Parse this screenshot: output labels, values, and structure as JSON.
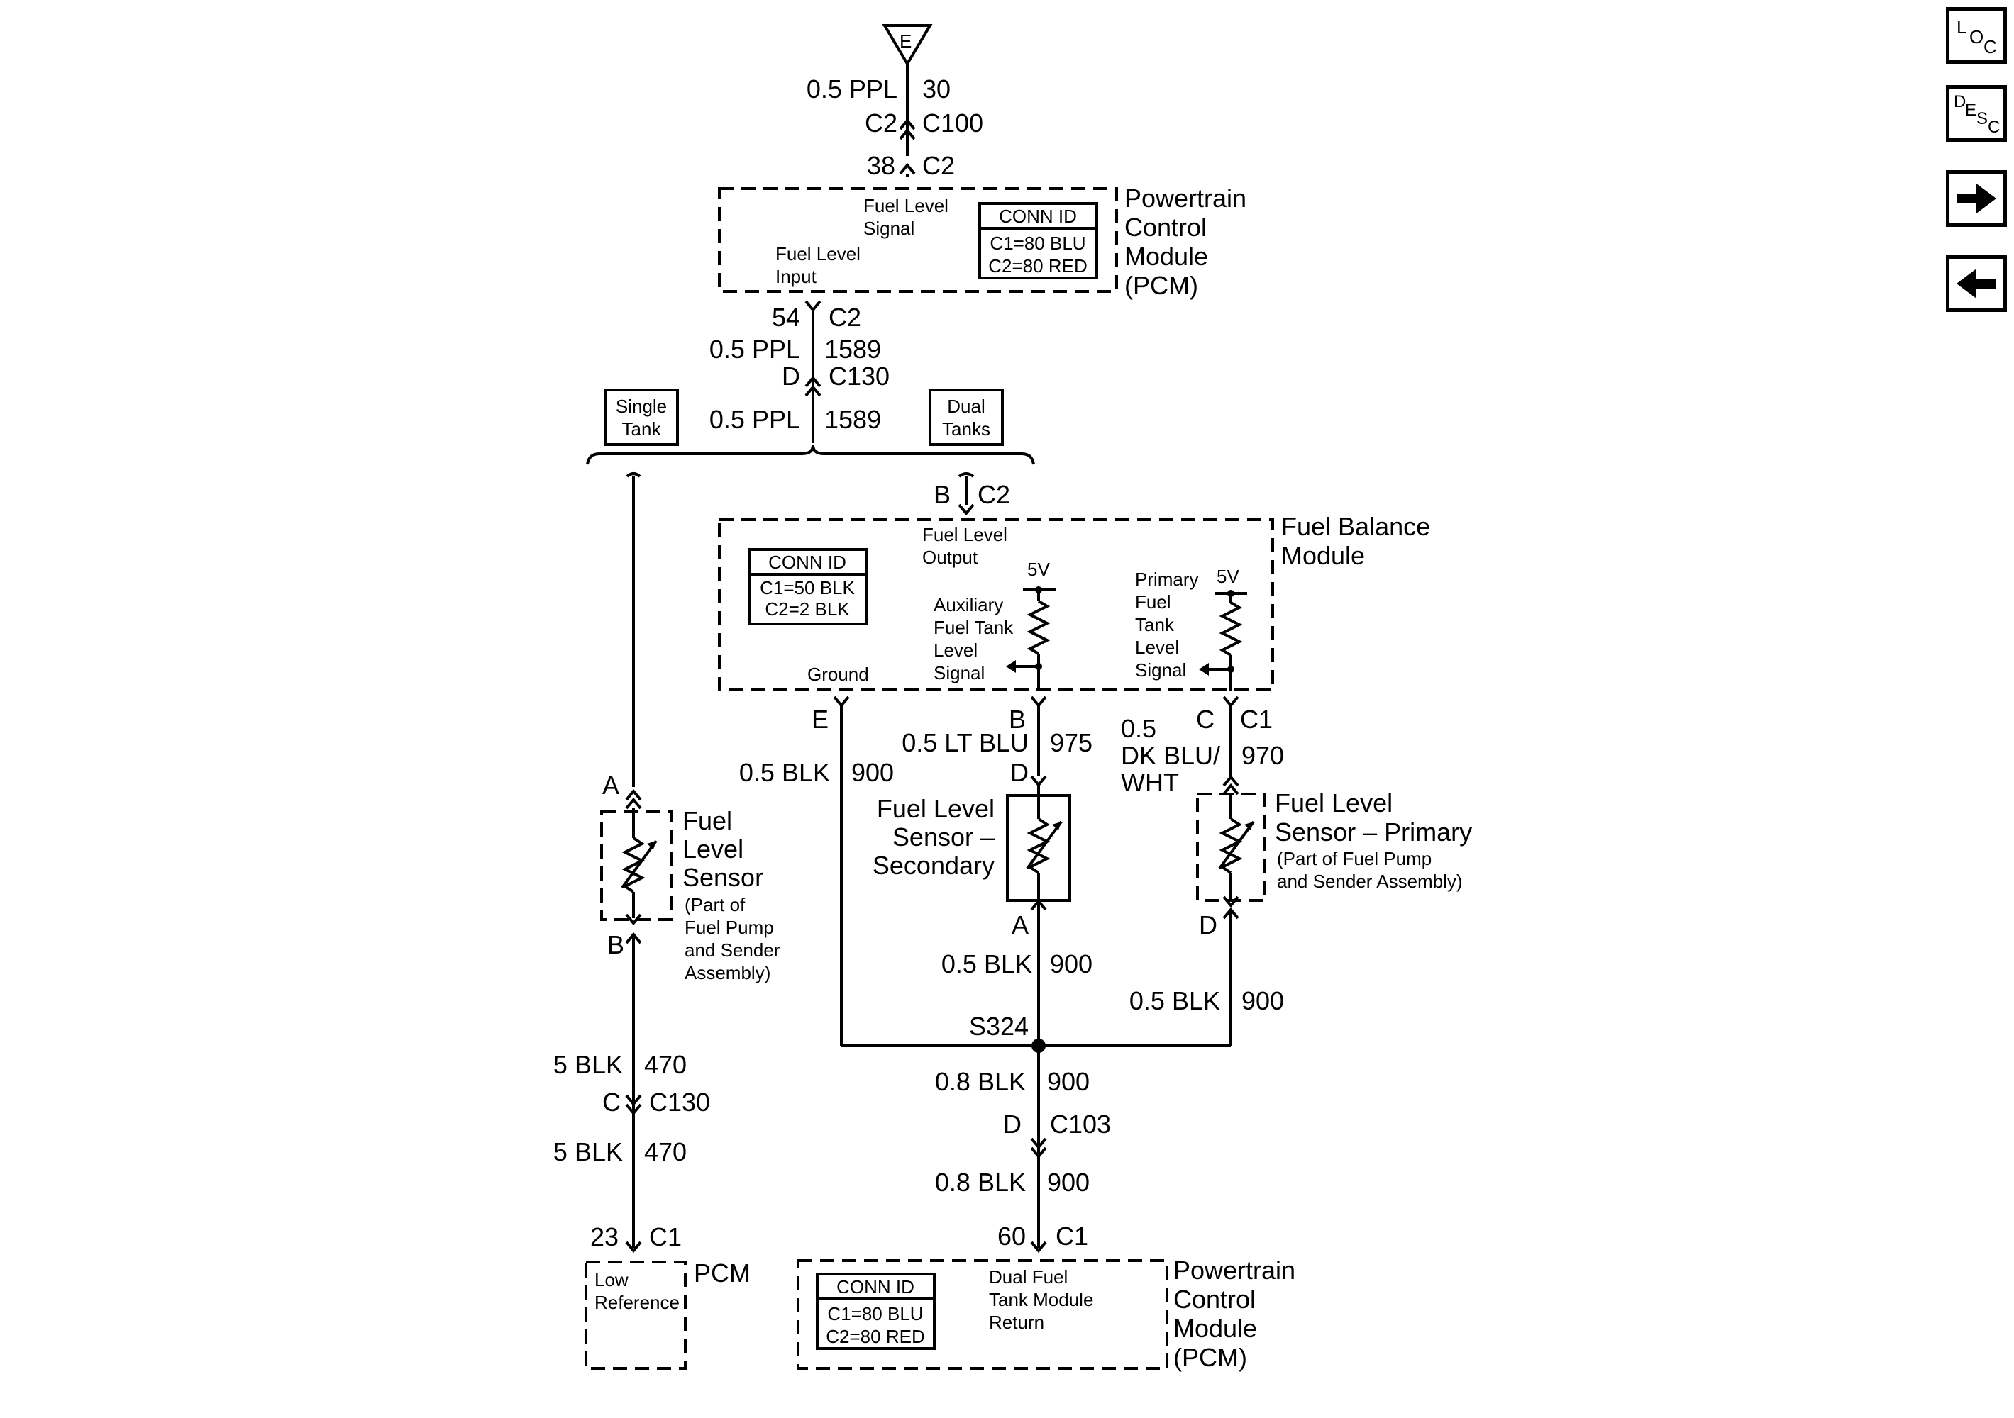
{
  "nav": {
    "loc": {
      "l1": "L",
      "l2": "O",
      "l3": "C"
    },
    "desc": {
      "l1": "D",
      "l2": "E",
      "l3": "S",
      "l4": "C"
    },
    "next_icon": "arrow-right-icon",
    "prev_icon": "arrow-left-icon"
  },
  "top": {
    "connector_e": "E",
    "wire1_gauge": "0.5 PPL",
    "wire1_circuit": "30",
    "c100_pin": "C2",
    "c100_name": "C100",
    "pcm_pin": "38",
    "pcm_conn": "C2"
  },
  "pcm_top": {
    "title": [
      "Powertrain",
      "Control",
      "Module",
      "(PCM)"
    ],
    "signal_label": [
      "Fuel Level",
      "Signal"
    ],
    "input_label": [
      "Fuel Level",
      "Input"
    ],
    "conn_id": {
      "title": "CONN ID",
      "c1": "C1=80 BLU",
      "c2": "C2=80 RED"
    },
    "out_pin": "54",
    "out_conn": "C2"
  },
  "wire_1589": {
    "gauge": "0.5 PPL",
    "circuit": "1589",
    "c130_pin": "D",
    "c130_name": "C130",
    "gauge2": "0.5 PPL",
    "circuit2": "1589"
  },
  "options": {
    "single": [
      "Single",
      "Tank"
    ],
    "dual": [
      "Dual",
      "Tanks"
    ]
  },
  "fbm": {
    "in_pin": "B",
    "in_conn": "C2",
    "title": [
      "Fuel Balance",
      "Module"
    ],
    "output_label": [
      "Fuel Level",
      "Output"
    ],
    "conn_id": {
      "title": "CONN ID",
      "c1": "C1=50 BLK",
      "c2": "C2=2 BLK"
    },
    "aux_v": "5V",
    "aux_label": [
      "Auxiliary",
      "Fuel Tank",
      "Level",
      "Signal"
    ],
    "pri_v": "5V",
    "pri_label": [
      "Primary",
      "Fuel",
      "Tank",
      "Level",
      "Signal"
    ],
    "ground_label": "Ground",
    "pin_e": "E",
    "pin_b": "B",
    "pin_c": "C",
    "conn_c1": "C1"
  },
  "wires": {
    "blk900_g": "0.5 BLK",
    "blk900_c": "900",
    "ltblu_g": "0.5 LT BLU",
    "ltblu_c": "975",
    "dkblu_g": [
      "0.5",
      "DK BLU/",
      "WHT"
    ],
    "dkblu_c": "970"
  },
  "sensor_secondary": {
    "top_pin": "D",
    "bottom_pin": "A",
    "title": [
      "Fuel Level",
      "Sensor –",
      "Secondary"
    ]
  },
  "sensor_primary": {
    "bottom_pin": "D",
    "title": [
      "Fuel Level",
      "Sensor – Primary"
    ],
    "sub": [
      "(Part of Fuel Pump",
      "and Sender Assembly)"
    ]
  },
  "sensor_single": {
    "top_pin": "A",
    "bottom_pin": "B",
    "title": [
      "Fuel",
      "Level",
      "Sensor"
    ],
    "sub": [
      "(Part of",
      "Fuel Pump",
      "and Sender",
      "Assembly)"
    ]
  },
  "lower_center": {
    "a_g": "0.5 BLK",
    "a_c": "900",
    "r_g": "0.5 BLK",
    "r_c": "900",
    "splice": "S324",
    "s_g": "0.8 BLK",
    "s_c": "900",
    "c103_pin": "D",
    "c103_name": "C103",
    "b_g": "0.8 BLK",
    "b_c": "900",
    "pcm_pin": "60",
    "pcm_conn": "C1"
  },
  "lower_left": {
    "g1": "5 BLK",
    "c1": "470",
    "c130_pin": "C",
    "c130_name": "C130",
    "g2": "5 BLK",
    "c2": "470",
    "pcm_pin": "23",
    "pcm_conn": "C1"
  },
  "pcm_low": {
    "label": [
      "Low",
      "Reference"
    ],
    "title": "PCM"
  },
  "pcm_bottom": {
    "title": [
      "Powertrain",
      "Control",
      "Module",
      "(PCM)"
    ],
    "conn_id": {
      "title": "CONN ID",
      "c1": "C1=80 BLU",
      "c2": "C2=80 RED"
    },
    "return_label": [
      "Dual Fuel",
      "Tank Module",
      "Return"
    ]
  }
}
